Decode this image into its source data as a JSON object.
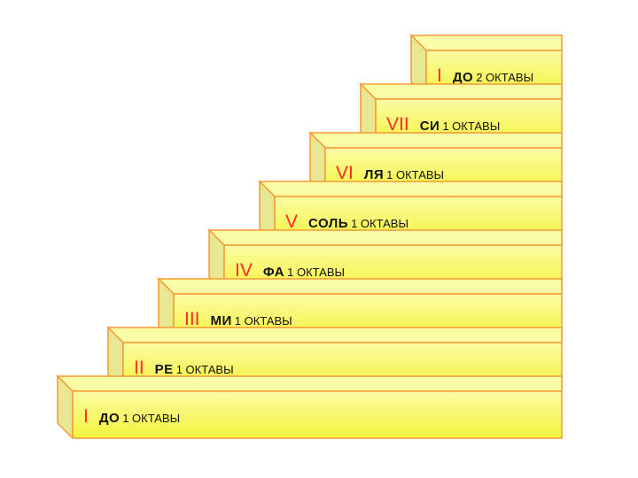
{
  "colors": {
    "face_top": "#fbfca6",
    "face_bottom": "#f5f33a",
    "side": "#e8e894",
    "outline": "#f39a33",
    "roman": "#ff2a2a"
  },
  "steps": [
    {
      "roman": "I",
      "note": "ДО",
      "octave": "1 ОКТАВЫ"
    },
    {
      "roman": "II",
      "note": "РЕ",
      "octave": "1 ОКТАВЫ"
    },
    {
      "roman": "III",
      "note": "МИ",
      "octave": "1 ОКТАВЫ"
    },
    {
      "roman": "IV",
      "note": "ФА",
      "octave": "1 ОКТАВЫ"
    },
    {
      "roman": "V",
      "note": "СОЛЬ",
      "octave": "1 ОКТАВЫ"
    },
    {
      "roman": "VI",
      "note": "ЛЯ",
      "octave": "1 ОКТАВЫ"
    },
    {
      "roman": "VII",
      "note": "СИ",
      "octave": "1 ОКТАВЫ"
    },
    {
      "roman": "I",
      "note": "ДО",
      "octave": "2 ОКТАВЫ"
    }
  ]
}
